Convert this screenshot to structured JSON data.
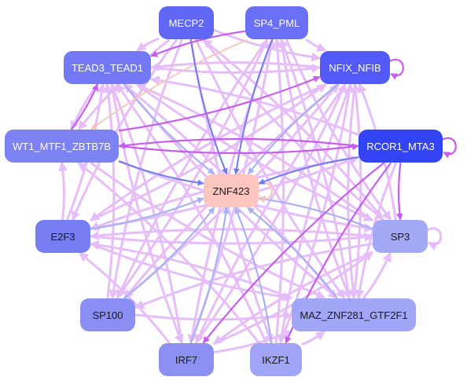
{
  "graph": {
    "nodes": [
      {
        "id": "MECP2",
        "label": "MECP2",
        "color": "#6167f5",
        "text": "light"
      },
      {
        "id": "SP4_PML",
        "label": "SP4_PML",
        "color": "#6a70f5",
        "text": "light"
      },
      {
        "id": "TEAD3_TEAD1",
        "label": "TEAD3_TEAD1",
        "color": "#7379f4",
        "text": "light"
      },
      {
        "id": "NFIX_NFIB",
        "label": "NFIX_NFIB",
        "color": "#5259f6",
        "text": "light"
      },
      {
        "id": "WT1_MTF1_ZBTB7B",
        "label": "WT1_MTF1_ZBTB7B",
        "color": "#7d82f3",
        "text": "light"
      },
      {
        "id": "RCOR1_MTA3",
        "label": "RCOR1_MTA3",
        "color": "#3344f4",
        "text": "light"
      },
      {
        "id": "ZNF423",
        "label": "ZNF423",
        "color": "#fdc5c0",
        "text": "dark"
      },
      {
        "id": "E2F3",
        "label": "E2F3",
        "color": "#777ef3",
        "text": "dark"
      },
      {
        "id": "SP3",
        "label": "SP3",
        "color": "#a4a9f5",
        "text": "dark"
      },
      {
        "id": "SP100",
        "label": "SP100",
        "color": "#8b8ff3",
        "text": "dark"
      },
      {
        "id": "MAZ_ZNF281_GTF2F1",
        "label": "MAZ_ZNF281_GTF2F1",
        "color": "#a2a6f6",
        "text": "dark"
      },
      {
        "id": "IRF7",
        "label": "IRF7",
        "color": "#8c90f2",
        "text": "dark"
      },
      {
        "id": "IKZF1",
        "label": "IKZF1",
        "color": "#a0a4f6",
        "text": "dark"
      }
    ],
    "edge_colors": {
      "activation": "#e7bdf9",
      "strong_activation": "#c65cf0",
      "repression": "#a8b2f2",
      "strong_repression": "#6f7cf0",
      "weak_other": "#f6c6bd"
    },
    "edges": [
      {
        "from": "MECP2",
        "to": "TEAD3_TEAD1",
        "type": "activation"
      },
      {
        "from": "MECP2",
        "to": "NFIX_NFIB",
        "type": "activation"
      },
      {
        "from": "MECP2",
        "to": "ZNF423",
        "type": "strong_repression"
      },
      {
        "from": "MECP2",
        "to": "MAZ_ZNF281_GTF2F1",
        "type": "activation"
      },
      {
        "from": "MECP2",
        "to": "WT1_MTF1_ZBTB7B",
        "type": "activation"
      },
      {
        "from": "MECP2",
        "to": "E2F3",
        "type": "activation"
      },
      {
        "from": "MECP2",
        "to": "SP3",
        "type": "activation"
      },
      {
        "from": "MECP2",
        "to": "IKZF1",
        "type": "activation"
      },
      {
        "from": "MECP2",
        "to": "SP100",
        "type": "activation"
      },
      {
        "from": "SP4_PML",
        "to": "TEAD3_TEAD1",
        "type": "strong_activation"
      },
      {
        "from": "SP4_PML",
        "to": "NFIX_NFIB",
        "type": "activation"
      },
      {
        "from": "SP4_PML",
        "to": "ZNF423",
        "type": "strong_repression"
      },
      {
        "from": "SP4_PML",
        "to": "SP3",
        "type": "activation"
      },
      {
        "from": "SP4_PML",
        "to": "MAZ_ZNF281_GTF2F1",
        "type": "activation"
      },
      {
        "from": "SP4_PML",
        "to": "IRF7",
        "type": "activation"
      },
      {
        "from": "SP4_PML",
        "to": "SP100",
        "type": "activation"
      },
      {
        "from": "SP4_PML",
        "to": "WT1_MTF1_ZBTB7B",
        "type": "weak_other"
      },
      {
        "from": "TEAD3_TEAD1",
        "to": "WT1_MTF1_ZBTB7B",
        "type": "activation"
      },
      {
        "from": "TEAD3_TEAD1",
        "to": "ZNF423",
        "type": "repression"
      },
      {
        "from": "TEAD3_TEAD1",
        "to": "MAZ_ZNF281_GTF2F1",
        "type": "activation"
      },
      {
        "from": "TEAD3_TEAD1",
        "to": "IRF7",
        "type": "activation"
      },
      {
        "from": "TEAD3_TEAD1",
        "to": "SP3",
        "type": "activation"
      },
      {
        "from": "TEAD3_TEAD1",
        "to": "NFIX_NFIB",
        "type": "activation"
      },
      {
        "from": "NFIX_NFIB",
        "to": "TEAD3_TEAD1",
        "type": "activation"
      },
      {
        "from": "NFIX_NFIB",
        "to": "ZNF423",
        "type": "repression"
      },
      {
        "from": "NFIX_NFIB",
        "to": "E2F3",
        "type": "activation"
      },
      {
        "from": "NFIX_NFIB",
        "to": "SP100",
        "type": "activation"
      },
      {
        "from": "NFIX_NFIB",
        "to": "IRF7",
        "type": "activation"
      },
      {
        "from": "NFIX_NFIB",
        "to": "MAZ_ZNF281_GTF2F1",
        "type": "activation"
      },
      {
        "from": "NFIX_NFIB",
        "to": "IKZF1",
        "type": "activation"
      },
      {
        "from": "WT1_MTF1_ZBTB7B",
        "to": "TEAD3_TEAD1",
        "type": "strong_activation"
      },
      {
        "from": "WT1_MTF1_ZBTB7B",
        "to": "NFIX_NFIB",
        "type": "strong_activation"
      },
      {
        "from": "WT1_MTF1_ZBTB7B",
        "to": "RCOR1_MTA3",
        "type": "strong_activation"
      },
      {
        "from": "WT1_MTF1_ZBTB7B",
        "to": "ZNF423",
        "type": "strong_repression"
      },
      {
        "from": "WT1_MTF1_ZBTB7B",
        "to": "MAZ_ZNF281_GTF2F1",
        "type": "activation"
      },
      {
        "from": "WT1_MTF1_ZBTB7B",
        "to": "SP3",
        "type": "activation"
      },
      {
        "from": "RCOR1_MTA3",
        "to": "WT1_MTF1_ZBTB7B",
        "type": "strong_activation"
      },
      {
        "from": "RCOR1_MTA3",
        "to": "ZNF423",
        "type": "strong_repression"
      },
      {
        "from": "RCOR1_MTA3",
        "to": "SP3",
        "type": "strong_activation"
      },
      {
        "from": "RCOR1_MTA3",
        "to": "IKZF1",
        "type": "strong_activation"
      },
      {
        "from": "RCOR1_MTA3",
        "to": "IRF7",
        "type": "strong_activation"
      },
      {
        "from": "RCOR1_MTA3",
        "to": "TEAD3_TEAD1",
        "type": "activation"
      },
      {
        "from": "RCOR1_MTA3",
        "to": "MAZ_ZNF281_GTF2F1",
        "type": "activation"
      },
      {
        "from": "RCOR1_MTA3",
        "to": "E2F3",
        "type": "activation"
      },
      {
        "from": "E2F3",
        "to": "WT1_MTF1_ZBTB7B",
        "type": "activation"
      },
      {
        "from": "E2F3",
        "to": "ZNF423",
        "type": "repression"
      },
      {
        "from": "E2F3",
        "to": "SP3",
        "type": "activation"
      },
      {
        "from": "E2F3",
        "to": "NFIX_NFIB",
        "type": "activation"
      },
      {
        "from": "E2F3",
        "to": "MAZ_ZNF281_GTF2F1",
        "type": "activation"
      },
      {
        "from": "E2F3",
        "to": "TEAD3_TEAD1",
        "type": "activation"
      },
      {
        "from": "E2F3",
        "to": "RCOR1_MTA3",
        "type": "activation"
      },
      {
        "from": "SP3",
        "to": "ZNF423",
        "type": "repression"
      },
      {
        "from": "SP3",
        "to": "E2F3",
        "type": "activation"
      },
      {
        "from": "SP3",
        "to": "TEAD3_TEAD1",
        "type": "activation"
      },
      {
        "from": "SP3",
        "to": "NFIX_NFIB",
        "type": "activation"
      },
      {
        "from": "SP3",
        "to": "IRF7",
        "type": "activation"
      },
      {
        "from": "SP3",
        "to": "SP100",
        "type": "activation"
      },
      {
        "from": "SP3",
        "to": "MECP2",
        "type": "activation"
      },
      {
        "from": "SP100",
        "to": "ZNF423",
        "type": "repression"
      },
      {
        "from": "SP100",
        "to": "MAZ_ZNF281_GTF2F1",
        "type": "activation"
      },
      {
        "from": "SP100",
        "to": "TEAD3_TEAD1",
        "type": "activation"
      },
      {
        "from": "SP100",
        "to": "NFIX_NFIB",
        "type": "activation"
      },
      {
        "from": "SP100",
        "to": "SP4_PML",
        "type": "activation"
      },
      {
        "from": "MAZ_ZNF281_GTF2F1",
        "to": "ZNF423",
        "type": "repression"
      },
      {
        "from": "MAZ_ZNF281_GTF2F1",
        "to": "TEAD3_TEAD1",
        "type": "activation"
      },
      {
        "from": "MAZ_ZNF281_GTF2F1",
        "to": "NFIX_NFIB",
        "type": "activation"
      },
      {
        "from": "MAZ_ZNF281_GTF2F1",
        "to": "SP4_PML",
        "type": "activation"
      },
      {
        "from": "MAZ_ZNF281_GTF2F1",
        "to": "E2F3",
        "type": "activation"
      },
      {
        "from": "MAZ_ZNF281_GTF2F1",
        "to": "SP3",
        "type": "activation"
      },
      {
        "from": "IRF7",
        "to": "ZNF423",
        "type": "repression"
      },
      {
        "from": "IRF7",
        "to": "TEAD3_TEAD1",
        "type": "activation"
      },
      {
        "from": "IRF7",
        "to": "NFIX_NFIB",
        "type": "activation"
      },
      {
        "from": "IRF7",
        "to": "SP4_PML",
        "type": "activation"
      },
      {
        "from": "IRF7",
        "to": "MAZ_ZNF281_GTF2F1",
        "type": "activation"
      },
      {
        "from": "IRF7",
        "to": "SP3",
        "type": "activation"
      },
      {
        "from": "IRF7",
        "to": "E2F3",
        "type": "activation"
      },
      {
        "from": "IKZF1",
        "to": "ZNF423",
        "type": "repression"
      },
      {
        "from": "IKZF1",
        "to": "TEAD3_TEAD1",
        "type": "activation"
      },
      {
        "from": "IKZF1",
        "to": "NFIX_NFIB",
        "type": "activation"
      },
      {
        "from": "IKZF1",
        "to": "MAZ_ZNF281_GTF2F1",
        "type": "activation"
      },
      {
        "from": "IKZF1",
        "to": "SP4_PML",
        "type": "activation"
      },
      {
        "from": "IKZF1",
        "to": "WT1_MTF1_ZBTB7B",
        "type": "activation"
      },
      {
        "from": "ZNF423",
        "to": "ZNF423",
        "type": "weak_other",
        "self": true
      },
      {
        "from": "NFIX_NFIB",
        "to": "NFIX_NFIB",
        "type": "strong_activation",
        "self": true
      },
      {
        "from": "RCOR1_MTA3",
        "to": "RCOR1_MTA3",
        "type": "strong_activation",
        "self": true
      },
      {
        "from": "SP3",
        "to": "SP3",
        "type": "activation",
        "self": true
      }
    ]
  }
}
